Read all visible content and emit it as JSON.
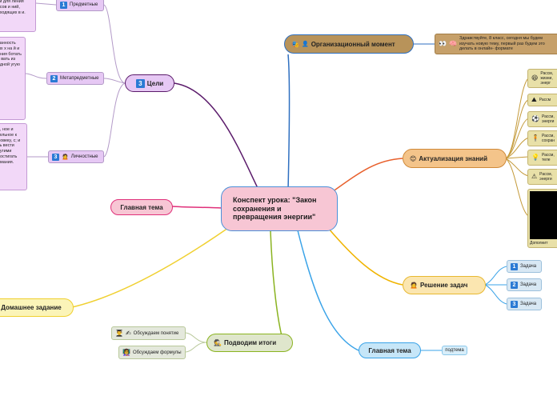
{
  "center": {
    "title": "Конспект урока: \"Закон сохранения и превращения энергии\""
  },
  "branches": {
    "org": {
      "label": "Организационный момент",
      "note": "Здравствуйте, 8 класс, сегодня мы будем изучать новую тему, первый раз будем это делать в онлайн- формате"
    },
    "aktual": {
      "label": "Актуализация знаний",
      "items": [
        "Рассм, жизни, энерг",
        "Рассм",
        "Рассм, энерги",
        "Рассм, сохран",
        "Рассм, теле",
        "Рассм, энерги"
      ],
      "extra": "Дополнит"
    },
    "resh": {
      "label": "Решение задач",
      "tasks": [
        {
          "n": "1",
          "label": "Задача"
        },
        {
          "n": "2",
          "label": "Задача"
        },
        {
          "n": "3",
          "label": "Задача"
        }
      ]
    },
    "glav2": {
      "label": "Главная тема",
      "sub": "подтема"
    },
    "itogi": {
      "label": "Подводим итоги",
      "items": [
        "Обсуждаем понятие",
        "Обсуждаем формулы"
      ]
    },
    "dom": {
      "label": "Домашнее задание"
    },
    "glav1": {
      "label": "Главная тема"
    },
    "celi": {
      "num": "3",
      "label": "Цели",
      "subs": [
        {
          "num": "1",
          "label": "Предметные"
        },
        {
          "num": "2",
          "label": "Метапредметные"
        },
        {
          "num": "3",
          "label": "Личностные"
        }
      ],
      "texts": [
        "ки для ления ссов и ний, сходящих в и.",
        "ванность ых х на й и ения ботать с вать из одной угую",
        "е, ное и тельное к ловеку, с; и ть вести ругими достигать имания."
      ]
    }
  }
}
